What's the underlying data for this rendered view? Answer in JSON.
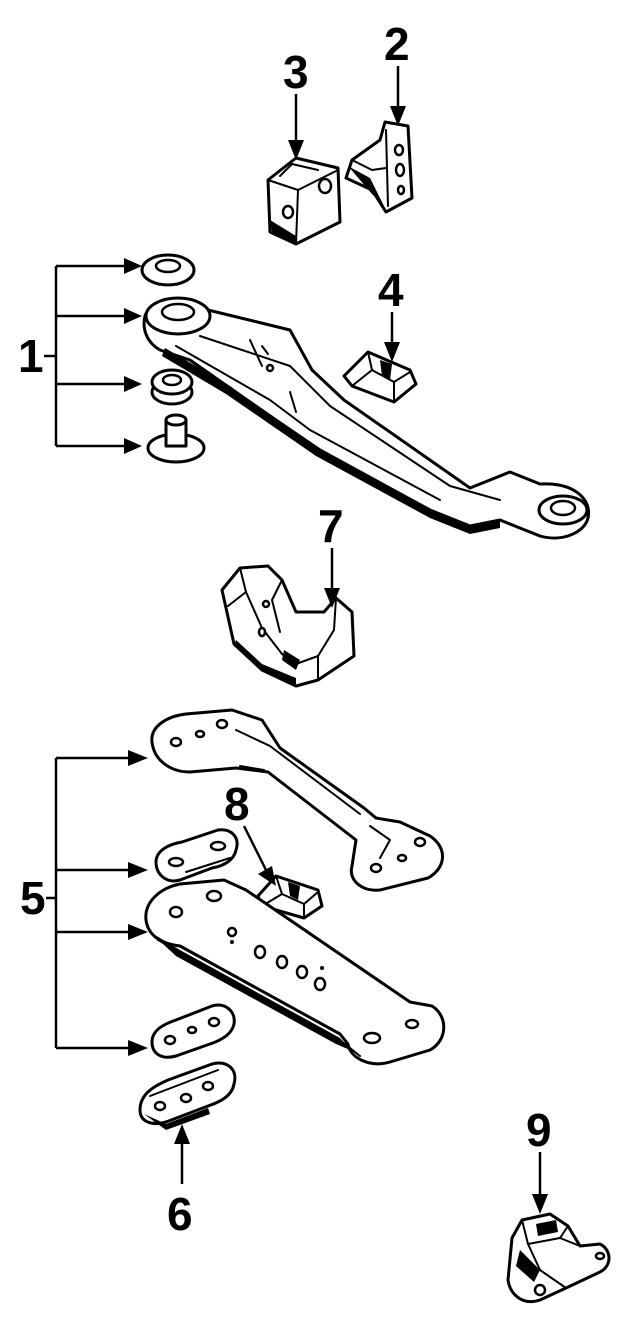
{
  "callouts": [
    {
      "id": "1",
      "label": "1"
    },
    {
      "id": "2",
      "label": "2"
    },
    {
      "id": "3",
      "label": "3"
    },
    {
      "id": "4",
      "label": "4"
    },
    {
      "id": "5",
      "label": "5"
    },
    {
      "id": "6",
      "label": "6"
    },
    {
      "id": "7",
      "label": "7"
    },
    {
      "id": "8",
      "label": "8"
    },
    {
      "id": "9",
      "label": "9"
    }
  ],
  "colors": {
    "line": "#000000",
    "background": "#ffffff"
  }
}
